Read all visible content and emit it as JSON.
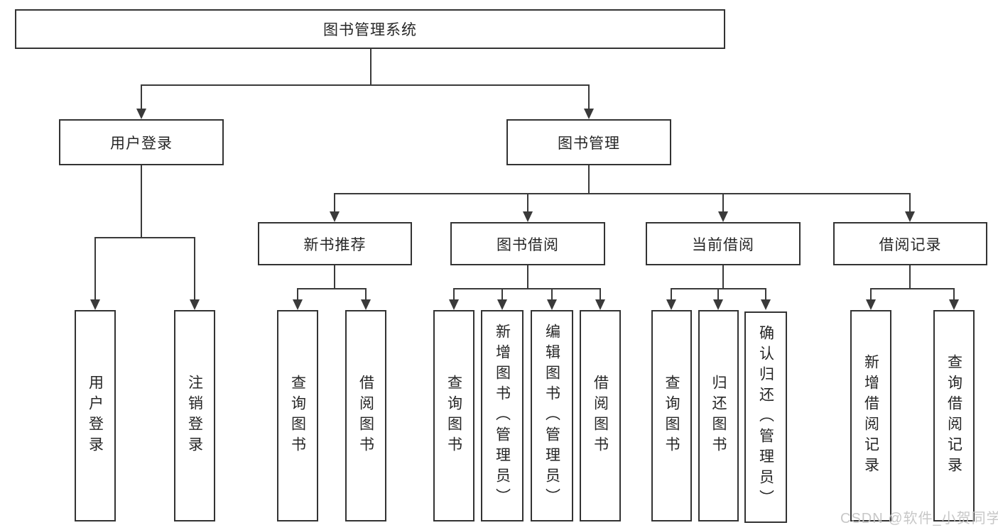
{
  "tree": {
    "root": {
      "label": "图书管理系统"
    },
    "level2": [
      {
        "label": "用户登录",
        "children": [
          {
            "label": "用户登录"
          },
          {
            "label": "注销登录"
          }
        ]
      },
      {
        "label": "图书管理",
        "children": [
          {
            "label": "新书推荐",
            "children": [
              {
                "label": "查询图书"
              },
              {
                "label": "借阅图书"
              }
            ]
          },
          {
            "label": "图书借阅",
            "children": [
              {
                "label": "查询图书"
              },
              {
                "label": "新增图书（管理员）"
              },
              {
                "label": "编辑图书（管理员）"
              },
              {
                "label": "借阅图书"
              }
            ]
          },
          {
            "label": "当前借阅",
            "children": [
              {
                "label": "查询图书"
              },
              {
                "label": "归还图书"
              },
              {
                "label": "确认归还（管理员）"
              }
            ]
          },
          {
            "label": "借阅记录",
            "children": [
              {
                "label": "新增借阅记录"
              },
              {
                "label": "查询借阅记录"
              }
            ]
          }
        ]
      }
    ]
  },
  "watermark": {
    "text": "CSDN @软件_小贺同学"
  },
  "colors": {
    "line": "#3a3a3a",
    "box_border": "#333333",
    "text": "#262626",
    "background": "#ffffff",
    "watermark": "#c3c3c3"
  }
}
